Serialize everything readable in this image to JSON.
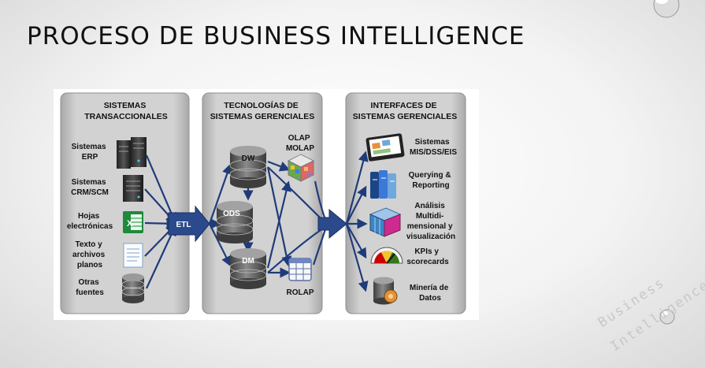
{
  "slide": {
    "title": "PROCESO DE BUSINESS INTELLIGENCE"
  },
  "panels": {
    "left": {
      "title_lines": [
        "SISTEMAS",
        "TRANSACCIONALES"
      ],
      "items": [
        {
          "lines": [
            "Sistemas",
            "ERP"
          ],
          "icon": "server-icon"
        },
        {
          "lines": [
            "Sistemas",
            "CRM/SCM"
          ],
          "icon": "server-icon"
        },
        {
          "lines": [
            "Hojas",
            "electrónicas"
          ],
          "icon": "spreadsheet-icon"
        },
        {
          "lines": [
            "Texto y",
            "archivos",
            "planos"
          ],
          "icon": "text-file-icon"
        },
        {
          "lines": [
            "Otras",
            "fuentes"
          ],
          "icon": "database-icon"
        }
      ]
    },
    "middle": {
      "title_lines": [
        "TECNOLOGÍAS DE",
        "SISTEMAS GERENCIALES"
      ],
      "dbs": {
        "dw": "DW",
        "ods": "ODS",
        "dm": "DM"
      },
      "olap_lines": [
        "OLAP",
        "MOLAP"
      ],
      "rolap": "ROLAP"
    },
    "right": {
      "title_lines": [
        "INTERFACES DE",
        "SISTEMAS GERENCIALES"
      ],
      "items": [
        {
          "lines": [
            "Sistemas",
            "MIS/DSS/EIS"
          ],
          "icon": "dashboard-screen-icon"
        },
        {
          "lines": [
            "Querying &",
            "Reporting"
          ],
          "icon": "report-binders-icon"
        },
        {
          "lines": [
            "Análisis",
            "Multidi-",
            "mensional y",
            "visualización"
          ],
          "icon": "cube-analysis-icon"
        },
        {
          "lines": [
            "KPIs y",
            "scorecards"
          ],
          "icon": "gauge-icon"
        },
        {
          "lines": [
            "Minería de",
            "Datos"
          ],
          "icon": "data-mining-icon"
        }
      ]
    }
  },
  "etl": "ETL",
  "watermark": [
    "Business",
    "Intelligence"
  ],
  "colors": {
    "flow": "#1f3b7a",
    "panel": "#c9c9c9",
    "db": "#555555"
  }
}
